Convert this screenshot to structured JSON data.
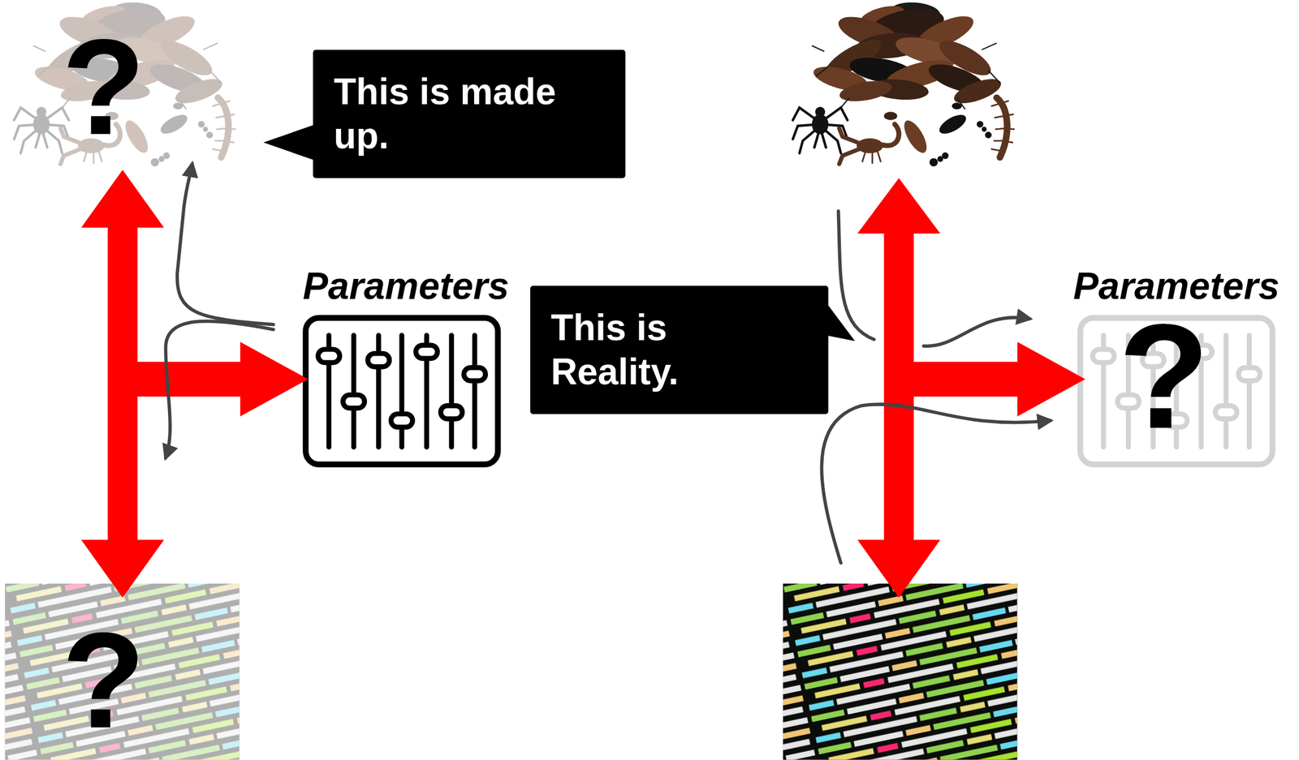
{
  "diagram": {
    "nodes": [
      {
        "text": [
          "This is made up."
        ]
      },
      {
        "text": [
          "This is Reality."
        ]
      }
    ],
    "labels": [
      "?",
      "Parameters",
      "Parameters",
      "?",
      "?"
    ]
  }
}
